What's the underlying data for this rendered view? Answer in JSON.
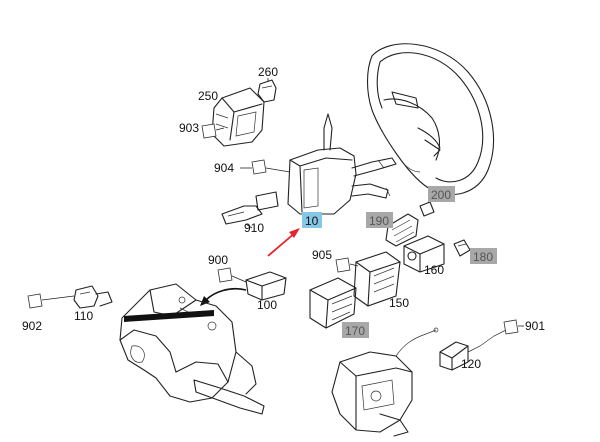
{
  "labels": {
    "l260": "260",
    "l250": "250",
    "l903": "903",
    "l904": "904",
    "l910": "910",
    "l10": "10",
    "l200": "200",
    "l190": "190",
    "l905": "905",
    "l160": "160",
    "l180": "180",
    "l900": "900",
    "l100": "100",
    "l150": "150",
    "l902": "902",
    "l110": "110",
    "l170": "170",
    "l901": "901",
    "l120": "120"
  },
  "colors": {
    "highlight_blue": "#86c6e6",
    "highlight_gray": "#a8a8a8",
    "gray_label_text": "#555555",
    "arrow_red": "#e8232a",
    "line": "#222222"
  }
}
